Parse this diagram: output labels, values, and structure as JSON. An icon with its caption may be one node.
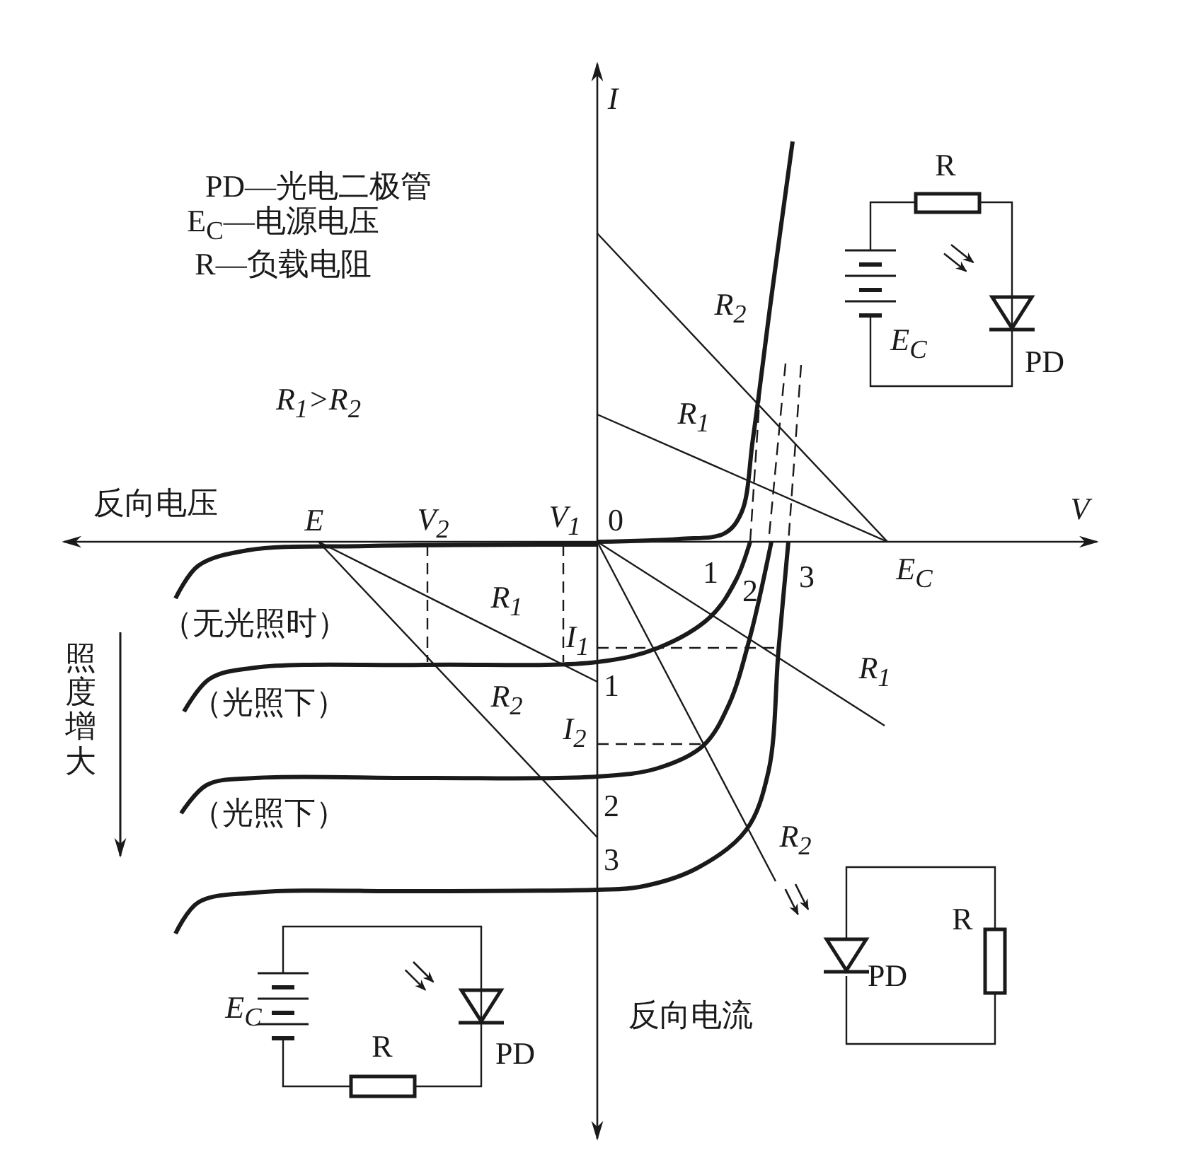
{
  "diagram": {
    "labels": [
      "I",
      "PD—光电二极管",
      "E$_{C}$—电源电压",
      "R—负载电阻",
      "R",
      "R$_{2}$",
      "E$_{C}$",
      "PD",
      "R$_{1}$>R$_{2}$",
      "R$_{1}$",
      "反向电压",
      "E",
      "V$_{2}$",
      "V$_{1}$",
      "0",
      "V",
      "1",
      "2",
      "3",
      "E$_{C}$",
      "R$_{1}$",
      "（无光照时）",
      "I$_{1}$",
      "照度增大",
      "R$_{1}$",
      "1",
      "（光照下）",
      "R$_{2}$",
      "I$_{2}$",
      "（光照下）",
      "2",
      "3",
      "R$_{2}$",
      "R",
      "PD",
      "E$_{C}$",
      "R",
      "PD",
      "反向电流"
    ]
  }
}
